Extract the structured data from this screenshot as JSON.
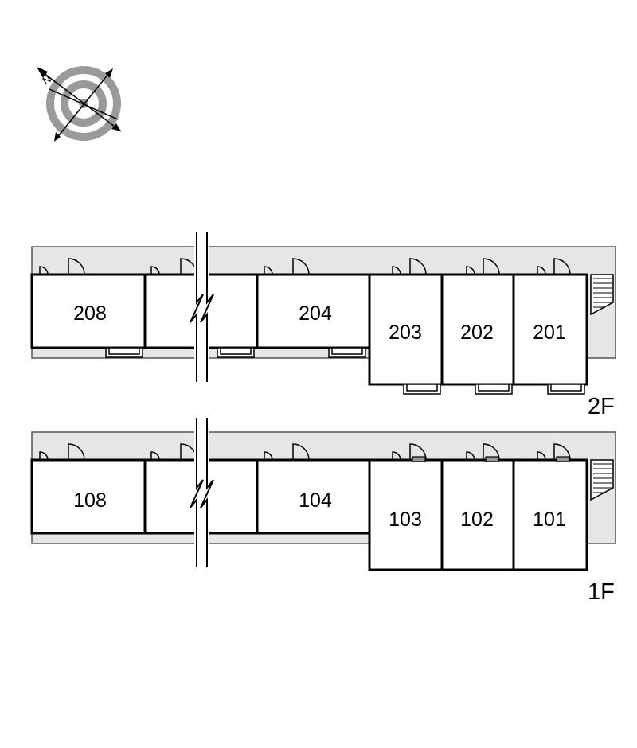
{
  "compass": {
    "icon": "compass-rose-icon",
    "north_marker": "N"
  },
  "floors": [
    {
      "label": "2F",
      "units": [
        {
          "id": "208",
          "label": "208"
        },
        {
          "id": "206",
          "label": ""
        },
        {
          "id": "204",
          "label": "204"
        },
        {
          "id": "203",
          "label": "203"
        },
        {
          "id": "202",
          "label": "202"
        },
        {
          "id": "201",
          "label": "201"
        }
      ]
    },
    {
      "label": "1F",
      "units": [
        {
          "id": "108",
          "label": "108"
        },
        {
          "id": "106",
          "label": ""
        },
        {
          "id": "104",
          "label": "104"
        },
        {
          "id": "103",
          "label": "103"
        },
        {
          "id": "102",
          "label": "102"
        },
        {
          "id": "101",
          "label": "101"
        }
      ]
    }
  ],
  "colors": {
    "corridor": "#e6e6e6",
    "wall": "#000000",
    "compass_ring": "#9a9a9a"
  }
}
